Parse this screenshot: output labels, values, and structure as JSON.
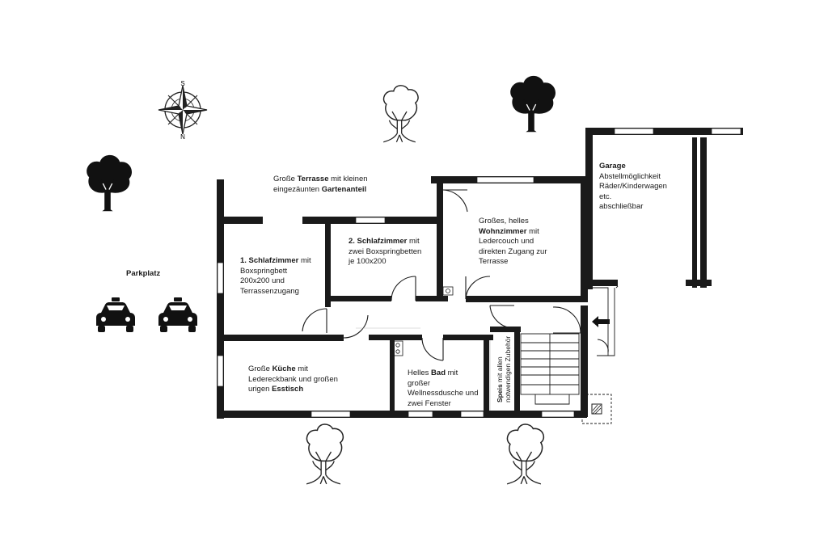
{
  "compass": {
    "north": "N",
    "south": "S"
  },
  "terrace": {
    "pre": "Große ",
    "bold1": "Terrasse",
    "mid": " mit kleinen",
    "line2": "eingezäunten ",
    "bold2": "Gartenanteil"
  },
  "garage": {
    "title": "Garage",
    "lines": [
      "Abstellmöglichkeit",
      "Räder/Kinderwagen",
      "etc.",
      "abschließbar"
    ]
  },
  "living": {
    "line1": "Großes, helles",
    "bold": "Wohnzimmer",
    "rest1": " mit",
    "lines": [
      "Ledercouch und",
      "direkten Zugang zur",
      "Terrasse"
    ]
  },
  "bedroom2": {
    "bold": "2. Schlafzimmer",
    "rest1": " mit",
    "lines": [
      "zwei Boxspringbetten",
      "je 100x200"
    ]
  },
  "bedroom1": {
    "bold": "1. Schlafzimmer",
    "rest1": " mit",
    "lines": [
      "Boxspringbett",
      "200x200 und",
      "Terrassenzugang"
    ]
  },
  "parking": {
    "label": "Parkplatz"
  },
  "kitchen": {
    "pre": "Große ",
    "bold": "Küche",
    "rest1": " mit",
    "line2": "Ledereckbank und großen",
    "line3pre": "urigen ",
    "bold2": "Esstisch"
  },
  "bath": {
    "pre": "Helles ",
    "bold": "Bad",
    "rest1": " mit",
    "lines": [
      "großer",
      "Wellnessdusche und",
      "zwei Fenster"
    ]
  },
  "pantry": {
    "bold": "Speis",
    "rest": " mit allen",
    "line2": "notwendigen Zubehör"
  },
  "icons": [
    "compass-rose-icon",
    "tree-outline-icon",
    "tree-filled-icon",
    "car-icon"
  ]
}
